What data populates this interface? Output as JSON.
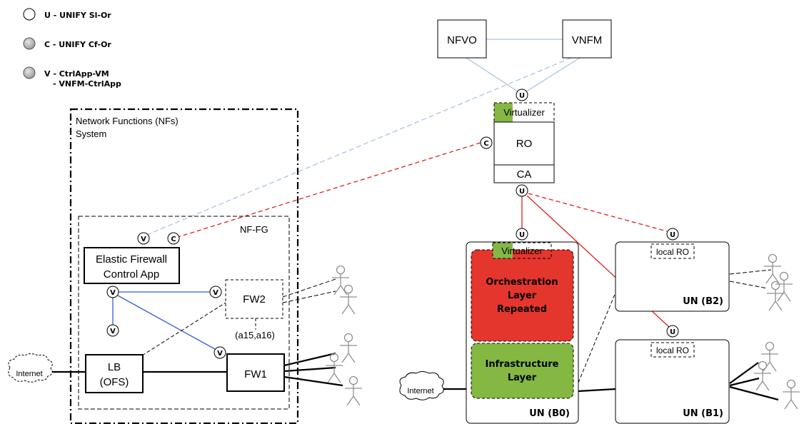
{
  "legend": [
    {
      "letter": "U",
      "text": "U - UNIFY Sl-Or",
      "style": "white"
    },
    {
      "letter": "C",
      "text": "C - UNIFY Cf-Or",
      "style": "gray"
    },
    {
      "letter": "V",
      "text": "V - CtrlApp-VM",
      "text2": "- VNFM-CtrlApp",
      "style": "gray"
    }
  ],
  "nf_system": {
    "title_line1": "Network Functions (NFs)",
    "title_line2": "System"
  },
  "nffg": {
    "label": "NF-FG"
  },
  "boxes": {
    "nfvo": "NFVO",
    "vnfm": "VNFM",
    "virtualizer_top": "Virtualizer",
    "ro": "RO",
    "ca": "CA",
    "ctrl_app_line1": "Elastic Firewall",
    "ctrl_app_line2": "Control App",
    "fw2": "FW2",
    "fw1": "FW1",
    "lb_line1": "LB",
    "lb_line2": "(OFS)",
    "a15": "(a15,a16)",
    "internet_left": "Internet",
    "internet_right": "Internet",
    "virtualizer_b0": "Virtualizer",
    "orch_line1": "Orchestration",
    "orch_line2": "Layer",
    "orch_line3": "Repeated",
    "infra_line1": "Infrastructure",
    "infra_line2": "Layer",
    "un_b0": "UN (B0)",
    "un_b1": "UN (B1)",
    "un_b2": "UN (B2)",
    "local_ro_b2": "local RO",
    "local_ro_b1": "local RO"
  },
  "ports": {
    "u": "U",
    "c": "C",
    "v": "V"
  },
  "colors": {
    "light_blue": "#a9c4e2",
    "blue": "#3060d8",
    "red": "#e0201c",
    "green": "#84b843",
    "orch_red": "#e5362e",
    "gray_circle": "#c8c8c8",
    "stick_gray": "#909090"
  }
}
